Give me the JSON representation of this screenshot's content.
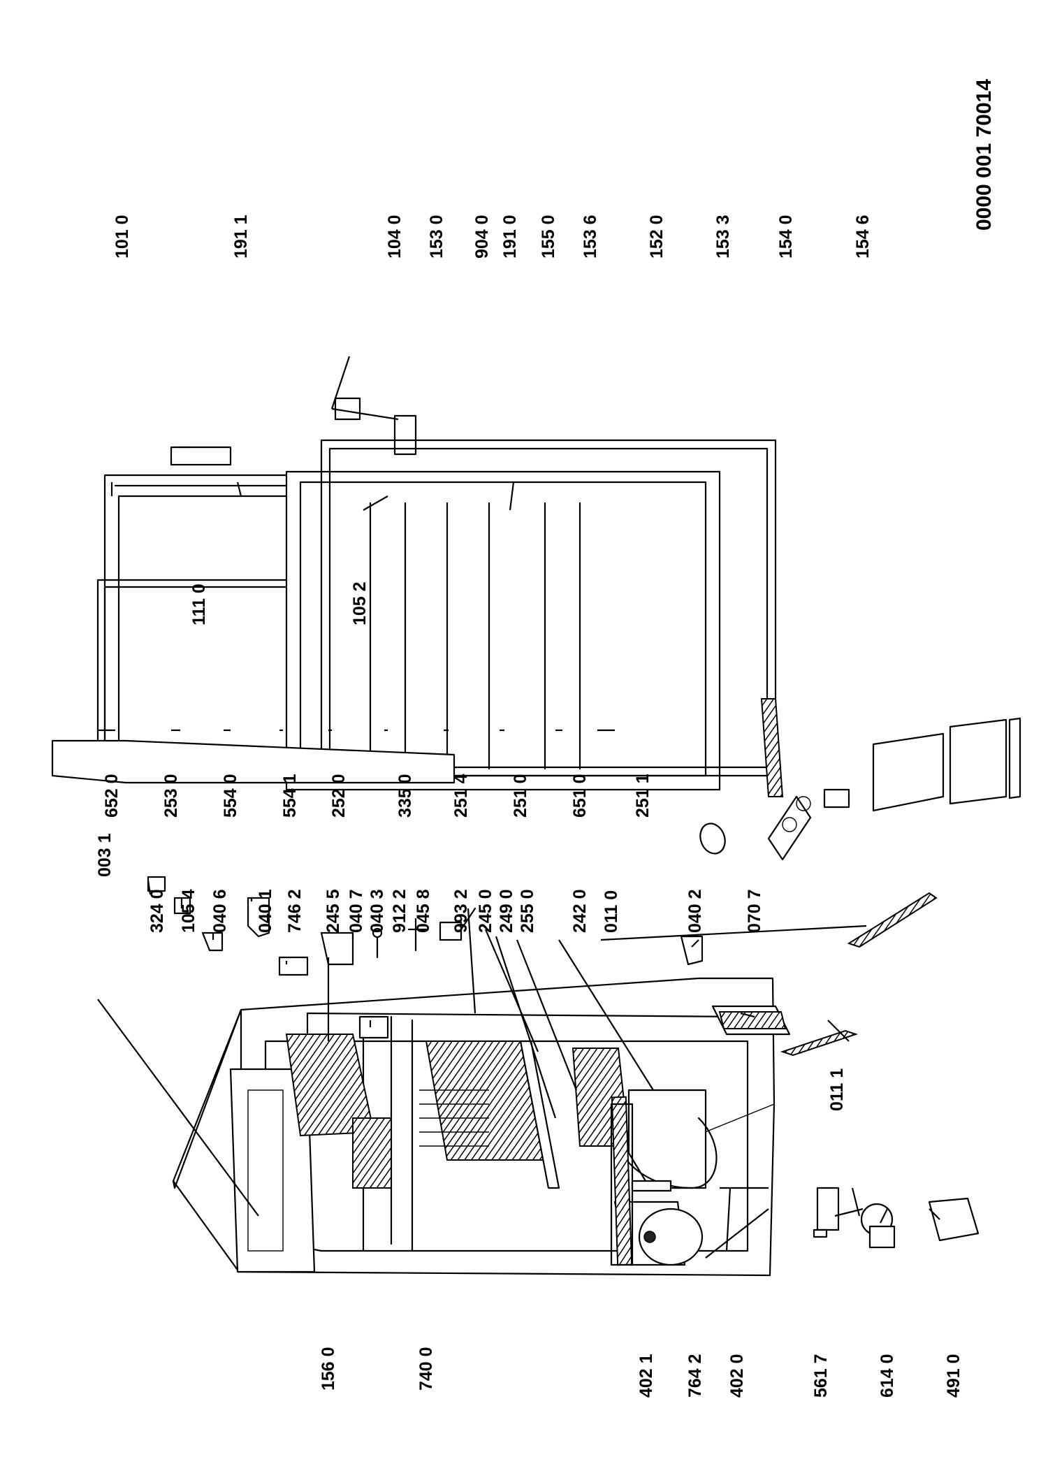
{
  "document_id": "0000 001 70014",
  "labels": {
    "l0031": "003 1",
    "l3240": "324 0",
    "l1054": "105 4",
    "l0406": "040 6",
    "l0401": "040 1",
    "l7462": "746 2",
    "l2455": "245 5",
    "l0407": "040 7",
    "l0403": "040 3",
    "l9122": "912 2",
    "l0458": "045 8",
    "l9932": "993 2",
    "l2450": "245 0",
    "l2490": "249 0",
    "l2550": "255 0",
    "l2420": "242 0",
    "l0110": "011 0",
    "l0402": "040 2",
    "l0707": "070 7",
    "l0111": "011 1",
    "l1560": "156 0",
    "l7400": "740 0",
    "l4021": "402 1",
    "l7642": "764 2",
    "l4020": "402 0",
    "l5617": "561 7",
    "l6140": "614 0",
    "l4910": "491 0",
    "l6520": "652 0",
    "l2530": "253 0",
    "l5540": "554 0",
    "l5541": "554 1",
    "l2520": "252 0",
    "l3350": "335 0",
    "l2514": "251 4",
    "l2510": "251 0",
    "l6510": "651 0",
    "l2511": "251 1",
    "l1110": "111 0",
    "l1052": "105 2",
    "l1010": "101 0",
    "l1911": "191 1",
    "l1040": "104 0",
    "l1910": "191 0",
    "l1530": "153 0",
    "l9040": "904 0",
    "l1550": "155 0",
    "l1536": "153 6",
    "l1520": "152 0",
    "l1533": "153 3",
    "l1540": "154 0",
    "l1546": "154 6"
  }
}
